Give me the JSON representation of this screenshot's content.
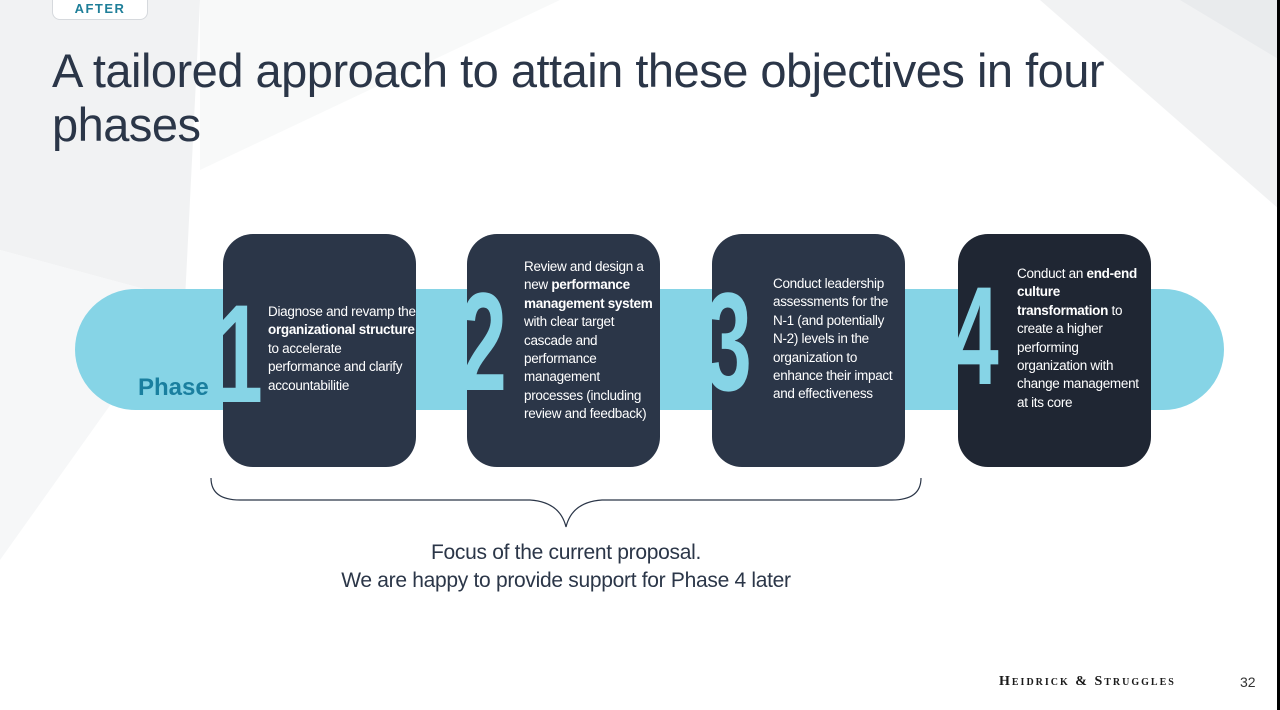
{
  "tag": "AFTER",
  "title": "A tailored approach to attain these objectives in four phases",
  "phase_label": "Phase",
  "phases": [
    {
      "number": "1",
      "segments": [
        {
          "text": "Diagnose and revamp the ",
          "bold": false
        },
        {
          "text": "organizational structure",
          "bold": true
        },
        {
          "text": " to accelerate performance and clarify accountabilitie",
          "bold": false
        }
      ]
    },
    {
      "number": "2",
      "segments": [
        {
          "text": "Review and design a new ",
          "bold": false
        },
        {
          "text": "performance management system",
          "bold": true
        },
        {
          "text": " with clear target cascade and performance management processes (including review and feedback)",
          "bold": false
        }
      ]
    },
    {
      "number": "3",
      "segments": [
        {
          "text": "Conduct leadership assessments for the N-1 (and potentially N-2) levels in the organization to enhance their impact and effectiveness",
          "bold": false
        },
        {
          "text": "",
          "bold": true
        },
        {
          "text": "",
          "bold": false
        }
      ]
    },
    {
      "number": "4",
      "segments": [
        {
          "text": "Conduct an ",
          "bold": false
        },
        {
          "text": "end-end culture transformation",
          "bold": true
        },
        {
          "text": " to create a higher performing organization with change management at its core",
          "bold": false
        }
      ]
    }
  ],
  "caption": {
    "line1": "Focus of the current proposal.",
    "line2": "We are happy to provide support for Phase 4 later"
  },
  "footer": {
    "logo": "Heidrick & Struggles",
    "page": "32"
  },
  "colors": {
    "band": "#86d4e6",
    "box": "#2b3648",
    "box_dark": "#1f2633",
    "phase": "#1a7f9f"
  }
}
